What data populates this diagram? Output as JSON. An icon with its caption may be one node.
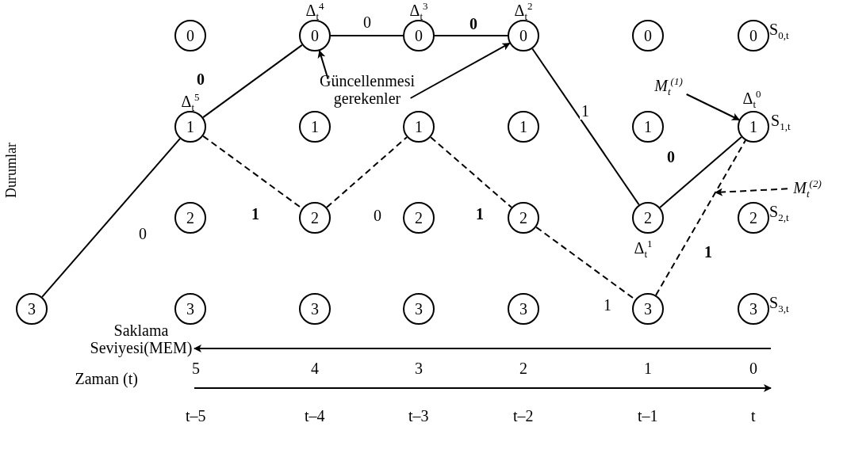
{
  "diagram": {
    "nodes": [
      {
        "text": [
          "0"
        ]
      },
      {
        "text": [
          "0"
        ],
        "beside": [
          "Δ$_{t}$$^{4}$"
        ]
      },
      {
        "text": [
          "0"
        ],
        "beside": [
          "Δ$_{t}$$^{3}$"
        ]
      },
      {
        "text": [
          "0"
        ],
        "beside": [
          "Δ$_{t}$$^{2}$"
        ]
      },
      {
        "text": [
          "0"
        ]
      },
      {
        "text": [
          "0"
        ],
        "beside": [
          "S$_{0,t}$"
        ]
      },
      {
        "text": [
          "1"
        ],
        "beside": [
          "Δ$_{t}$$^{5}$"
        ]
      },
      {
        "text": [
          "1"
        ]
      },
      {
        "text": [
          "1"
        ]
      },
      {
        "text": [
          "1"
        ]
      },
      {
        "text": [
          "1"
        ]
      },
      {
        "text": [
          "1"
        ],
        "beside": [
          "Δ$_{t}$$^{0}$",
          "S$_{1,t}$"
        ]
      },
      {
        "text": [
          "2"
        ]
      },
      {
        "text": [
          "2"
        ]
      },
      {
        "text": [
          "2"
        ]
      },
      {
        "text": [
          "2"
        ]
      },
      {
        "text": [
          "2"
        ],
        "beside": [
          "Δ$_{t}$$^{1}$"
        ]
      },
      {
        "text": [
          "2"
        ],
        "beside": [
          "S$_{2,t}$"
        ]
      },
      {
        "text": [
          "3"
        ]
      },
      {
        "text": [
          "3"
        ]
      },
      {
        "text": [
          "3"
        ]
      },
      {
        "text": [
          "3"
        ]
      },
      {
        "text": [
          "3"
        ]
      },
      {
        "text": [
          "3"
        ]
      },
      {
        "text": [
          "3"
        ],
        "beside": [
          "S$_{3,t}$"
        ]
      },
      {
        "text": [
          "Güncellenmesi gerekenler"
        ]
      },
      {
        "text": [
          "M$_{t}$$^{(1)}$"
        ]
      },
      {
        "text": [
          "M$_{t}$$^{(2)}$"
        ]
      }
    ],
    "edges": [
      {
        "from": 18,
        "to": 6,
        "arrow": "none",
        "label": "0"
      },
      {
        "from": 6,
        "to": 1,
        "arrow": "none",
        "label": "**0**"
      },
      {
        "from": 1,
        "to": 2,
        "arrow": "none",
        "label": "0"
      },
      {
        "from": 2,
        "to": 3,
        "arrow": "none",
        "label": "**0**"
      },
      {
        "from": 3,
        "to": 16,
        "arrow": "none",
        "label": "1"
      },
      {
        "from": 16,
        "to": 11,
        "arrow": "none",
        "label": "**0**"
      },
      {
        "from": 6,
        "to": 13,
        "arrow": "none",
        "label": "**1**",
        "style": "dashed"
      },
      {
        "from": 13,
        "to": 8,
        "arrow": "none",
        "label": "0",
        "style": "dashed"
      },
      {
        "from": 8,
        "to": 15,
        "arrow": "none",
        "label": "**1**",
        "style": "dashed"
      },
      {
        "from": 15,
        "to": 23,
        "arrow": "none",
        "label": "1",
        "style": "dashed"
      },
      {
        "from": 23,
        "to": 11,
        "arrow": "none",
        "label": "**1**",
        "style": "dashed"
      },
      {
        "from": 25,
        "to": 1,
        "arrow": "to"
      },
      {
        "from": 25,
        "to": 3,
        "arrow": "to"
      },
      {
        "from": 26,
        "to": 11,
        "arrow": "to"
      },
      {
        "from": 27,
        "to": null,
        "arrow": "to",
        "style": "dashed"
      }
    ],
    "labels": [
      "Durumlar",
      "Saklama Seviyesi(MEM)",
      "5",
      "4",
      "3",
      "2",
      "1",
      "0",
      "Zaman (t)",
      "t–5",
      "t–4",
      "t–3",
      "t–2",
      "t–1",
      "t"
    ]
  }
}
